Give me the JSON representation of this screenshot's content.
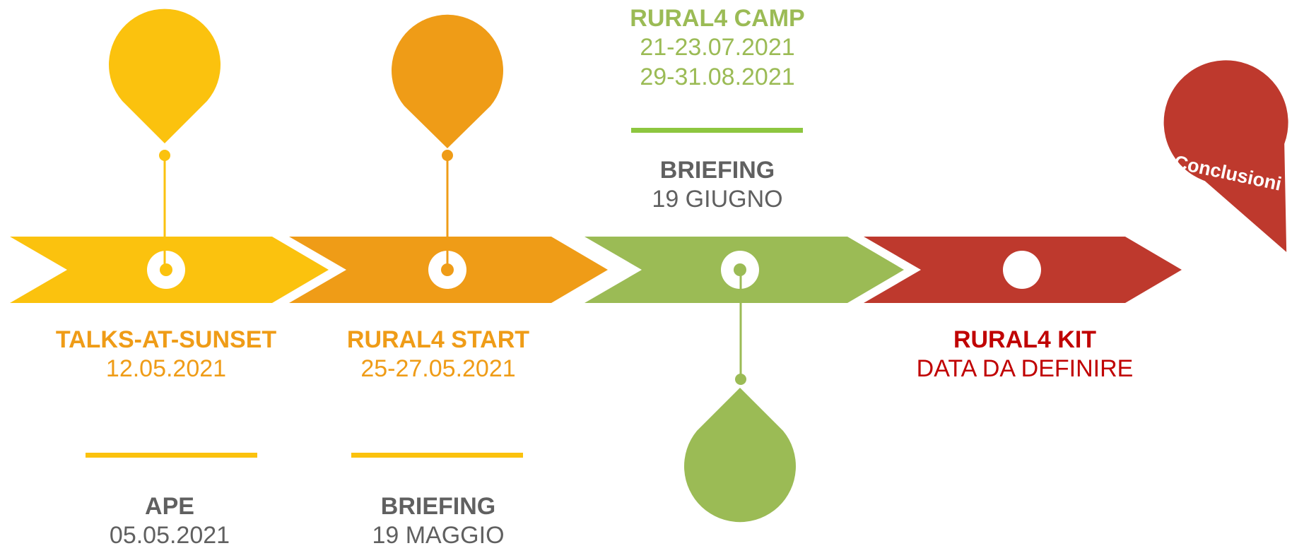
{
  "colors": {
    "yellow": "#fbc20e",
    "orange": "#ef9c17",
    "green": "#9bbb55",
    "red": "#be392d",
    "gray": "#606060",
    "dark_red": "#c00000"
  },
  "stages": [
    {
      "title": "TALKS-AT-SUNSET",
      "date": "12.05.2021",
      "color": "yellow"
    },
    {
      "title": "RURAL4 START",
      "date": "25-27.05.2021",
      "color": "orange"
    },
    {
      "title": "RURAL4 CAMP",
      "dates": [
        "21-23.07.2021",
        "29-31.08.2021"
      ],
      "color": "green"
    },
    {
      "title": "RURAL4 KIT",
      "date": "DATA DA DEFINIRE",
      "color": "red"
    }
  ],
  "briefings": [
    {
      "title": "APE",
      "date": "05.05.2021"
    },
    {
      "title": "BRIEFING",
      "date": "19 MAGGIO"
    },
    {
      "title": "BRIEFING",
      "date": "19 GIUGNO"
    }
  ],
  "conclusion": {
    "label": "Conclusioni"
  }
}
